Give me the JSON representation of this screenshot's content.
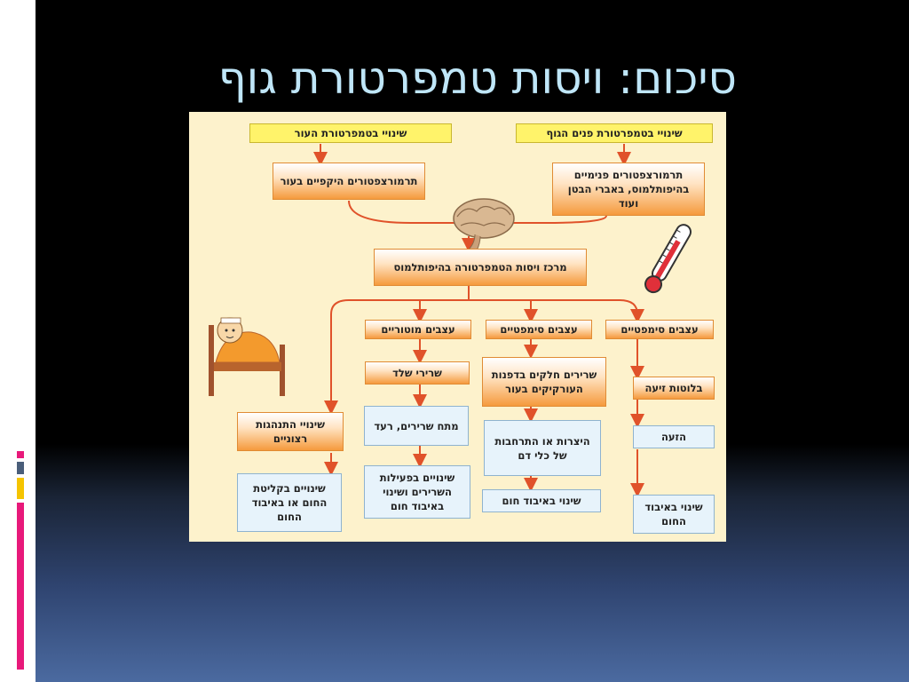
{
  "slide": {
    "title": "סיכום: ויסות טמפרטורת גוף"
  },
  "diagram": {
    "boxes": {
      "skin_temp_change": "שינויי בטמפרטורת העור",
      "core_temp_change": "שינויי בטמפרטורת פנים הגוף",
      "peripheral_thermoreceptors": "תרמורצפטורים היקפיים בעור",
      "internal_thermoreceptors": "תרמורצפטורים פנימיים בהיפותלמוס, באברי הבטן ועוד",
      "hypothalamus_center": "מרכז ויסות הטמפרטורה בהיפותלמוס",
      "motor_nerves": "עצבים מוטוריים",
      "sympathetic_nerves_1": "עצבים סימפטיים",
      "sympathetic_nerves_2": "עצבים סימפטיים",
      "skeletal_muscles": "שרירי שלד",
      "smooth_muscles": "שרירים חלקים בדפנות העורקיקים בעור",
      "sweat_glands": "בלוטות זיעה",
      "behavior_change": "שינויי התנהגות רצוניים",
      "muscle_tension": "מתח שרירים, רעד",
      "vessel_change": "היצרות או התרחבות של כלי דם",
      "sweating": "הזעה",
      "heat_absorption_change": "שינויים בקליטת החום או באיבוד החום",
      "muscle_activity_change": "שינויים בפעילות השרירים ושינוי באיבוד חום",
      "heat_loss_change_1": "שינוי באיבוד חום",
      "heat_loss_change_2": "שינוי באיבוד החום"
    }
  },
  "colors": {
    "accent_title": "#bfe6f8",
    "arrow": "#e0522a",
    "deco_pink": "#e8197a",
    "deco_yellow": "#f5c400",
    "deco_gray": "#4a5e7a"
  }
}
